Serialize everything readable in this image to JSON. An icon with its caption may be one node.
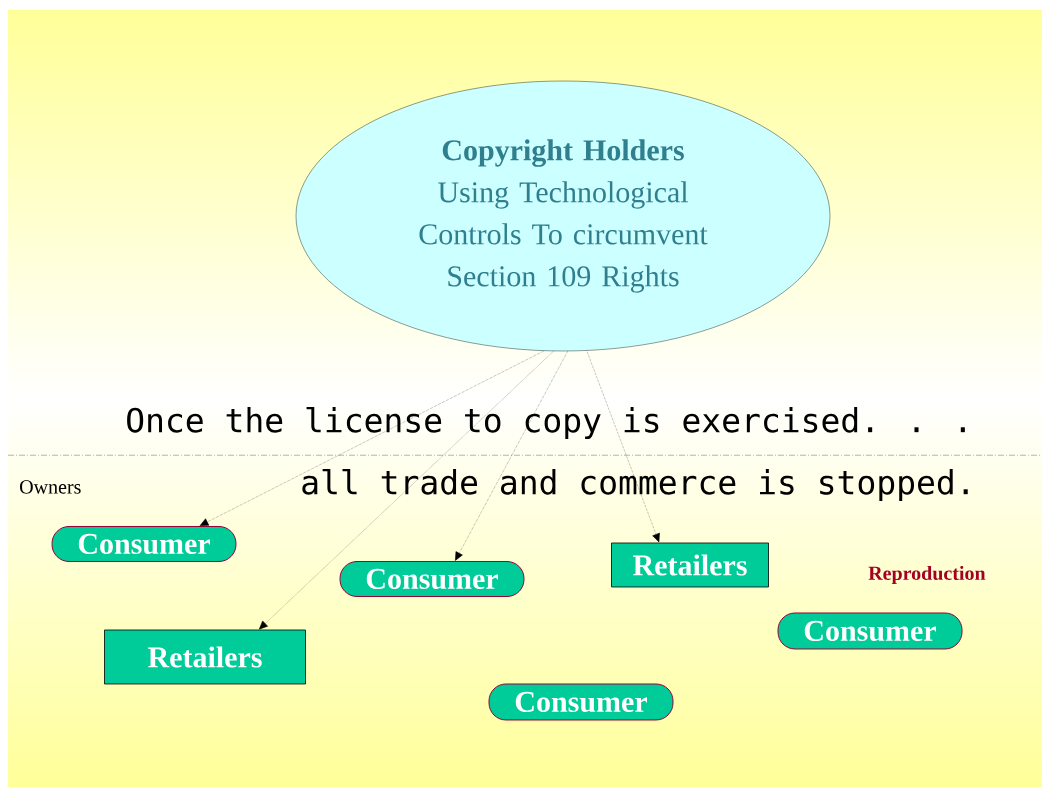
{
  "diagram": {
    "nodes": [
      {
        "text": [
          "Copyright Holders",
          "Using Technological Controls To circumvent Section 109 Rights"
        ]
      },
      {
        "text": [
          "Consumer"
        ]
      },
      {
        "text": [
          "Retailers"
        ]
      },
      {
        "text": [
          "Consumer"
        ]
      },
      {
        "text": [
          "Consumer"
        ]
      },
      {
        "text": [
          "Retailers"
        ]
      },
      {
        "text": [
          "Consumer"
        ]
      }
    ],
    "edges": [
      {
        "from": 0,
        "to": 1,
        "arrow": "to"
      },
      {
        "from": 0,
        "to": 5,
        "arrow": "to"
      },
      {
        "from": 0,
        "to": 3,
        "arrow": "to"
      },
      {
        "from": 0,
        "to": 2,
        "arrow": "to"
      }
    ],
    "labels": [
      "Once the license to copy is exercised. . .",
      "Owners",
      "all trade and commerce is stopped.",
      "Reproduction"
    ]
  }
}
